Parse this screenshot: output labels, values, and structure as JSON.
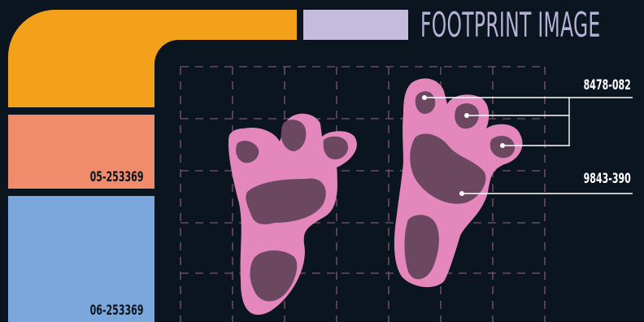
{
  "header": {
    "title": "FOOTPRINT IMAGE"
  },
  "sidebar": {
    "blocks": [
      {
        "label": "05-253369"
      },
      {
        "label": "06-253369"
      }
    ]
  },
  "callouts": [
    {
      "label": "8478-082"
    },
    {
      "label": "9843-390"
    }
  ],
  "colors": {
    "background": "#0b1520",
    "elbow": "#f3a01a",
    "header_bar": "#c5bcdd",
    "title": "#b7b0d6",
    "block_salmon": "#f08b6c",
    "block_blue": "#7aa8dc",
    "grid": "#6a4a62",
    "footprint": "#e387bd",
    "footprint_pad": "#6b4860"
  }
}
